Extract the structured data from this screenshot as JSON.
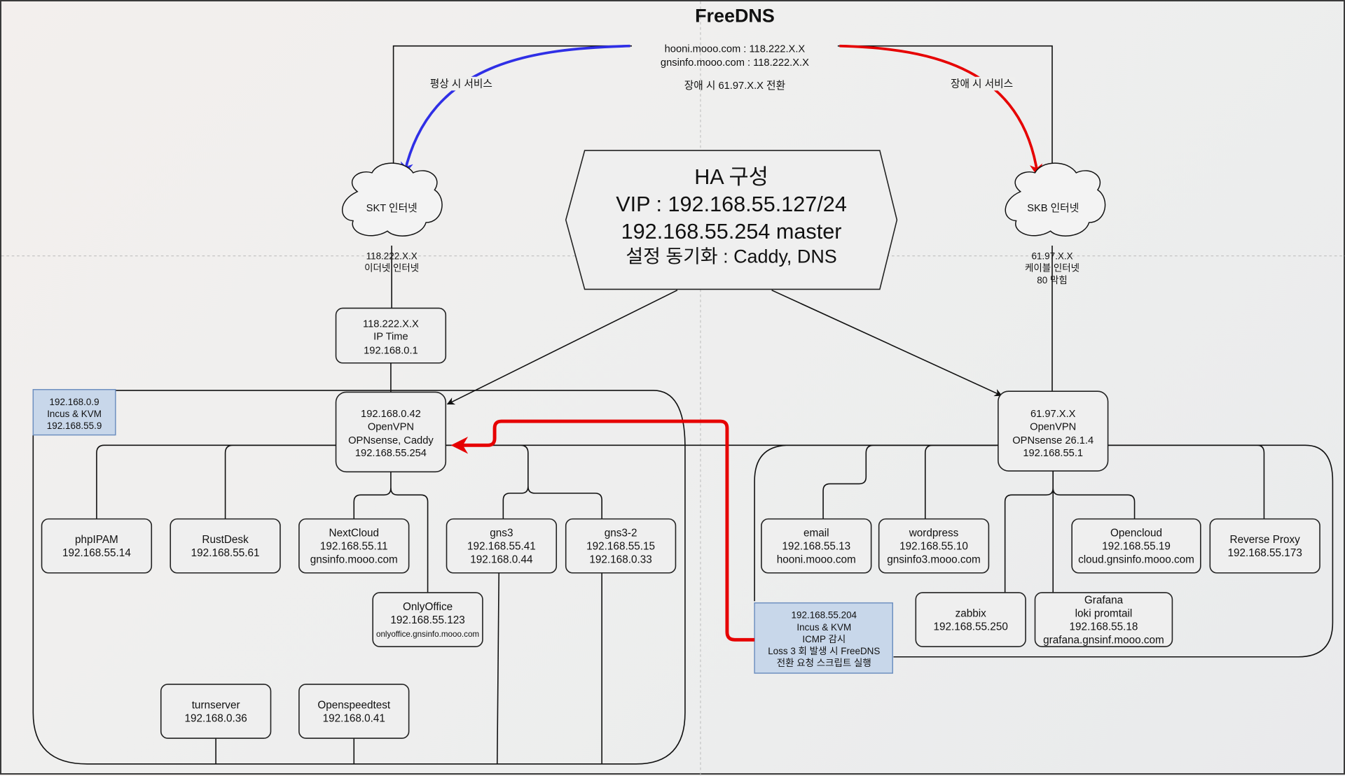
{
  "title": "FreeDNS",
  "dns": {
    "line1": "hooni.mooo.com : 118.222.X.X",
    "line2": "gnsinfo.mooo.com : 118.222.X.X",
    "failover_note": "장애 시 61.97.X.X 전환"
  },
  "edge_labels": {
    "normal": "평상 시 서비스",
    "failure": "장애 시 서비스"
  },
  "colors": {
    "normal_path": "#2f2fe6",
    "failure_path": "#e60000",
    "vm_host_fill": "#c8d7ea",
    "vm_host_border": "#6c8ebf"
  },
  "clouds": {
    "skt": {
      "label": "SKT 인터넷",
      "lines": [
        "118.222.X.X",
        "이더넷 인터넷"
      ]
    },
    "skb": {
      "label": "SKB 인터넷",
      "lines": [
        "61.97.X.X",
        "케이블 인터넷",
        "80 막힘"
      ]
    }
  },
  "ha": {
    "lines": [
      "HA 구성",
      "VIP : 192.168.55.127/24",
      "192.168.55.254 master",
      "설정 동기화 : Caddy, DNS"
    ]
  },
  "router": {
    "lines": [
      "118.222.X.X",
      "IP Time",
      "192.168.0.1"
    ]
  },
  "left_host": {
    "lines": [
      "192.168.0.9",
      "Incus & KVM",
      "192.168.55.9"
    ]
  },
  "left_fw": {
    "lines": [
      "192.168.0.42",
      "OpenVPN",
      "OPNsense, Caddy",
      "192.168.55.254"
    ]
  },
  "right_fw": {
    "lines": [
      "61.97.X.X",
      "OpenVPN",
      "OPNsense 26.1.4",
      "192.168.55.1"
    ]
  },
  "monitor_host": {
    "lines": [
      "192.168.55.204",
      "Incus & KVM",
      "ICMP 감시",
      "Loss 3 회 발생 시 FreeDNS",
      "전환 요청 스크립트 실행"
    ]
  },
  "left_services": [
    {
      "name": "phpIPAM",
      "lines": [
        "phpIPAM",
        "192.168.55.14"
      ]
    },
    {
      "name": "RustDesk",
      "lines": [
        "RustDesk",
        "192.168.55.61"
      ]
    },
    {
      "name": "NextCloud",
      "lines": [
        "NextCloud",
        "192.168.55.11",
        "gnsinfo.mooo.com"
      ]
    },
    {
      "name": "gns3",
      "lines": [
        "gns3",
        "192.168.55.41",
        "192.168.0.44"
      ]
    },
    {
      "name": "gns3-2",
      "lines": [
        "gns3-2",
        "192.168.55.15",
        "192.168.0.33"
      ]
    },
    {
      "name": "OnlyOffice",
      "lines": [
        "OnlyOffice",
        "192.168.55.123",
        "onlyoffice.gnsinfo.mooo.com"
      ]
    },
    {
      "name": "turnserver",
      "lines": [
        "turnserver",
        "192.168.0.36"
      ]
    },
    {
      "name": "Openspeedtest",
      "lines": [
        "Openspeedtest",
        "192.168.0.41"
      ]
    }
  ],
  "right_services": [
    {
      "name": "email",
      "lines": [
        "email",
        "192.168.55.13",
        "hooni.mooo.com"
      ]
    },
    {
      "name": "wordpress",
      "lines": [
        "wordpress",
        "192.168.55.10",
        "gnsinfo3.mooo.com"
      ]
    },
    {
      "name": "Opencloud",
      "lines": [
        "Opencloud",
        "192.168.55.19",
        "cloud.gnsinfo.mooo.com"
      ]
    },
    {
      "name": "Reverse Proxy",
      "lines": [
        "Reverse Proxy",
        "192.168.55.173"
      ]
    },
    {
      "name": "zabbix",
      "lines": [
        "zabbix",
        "192.168.55.250"
      ]
    },
    {
      "name": "Grafana",
      "lines": [
        "Grafana",
        "loki promtail",
        "192.168.55.18",
        "grafana.gnsinf.mooo.com"
      ]
    }
  ]
}
